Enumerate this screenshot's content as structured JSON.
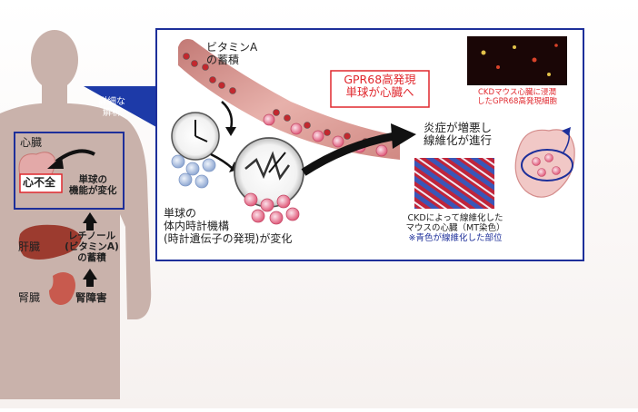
{
  "body_panel": {
    "zoom_label_line1": "詳細な",
    "zoom_label_line2": "解析",
    "heart_label": "心臓",
    "heart_failure": "心不全",
    "monocyte_change_line1": "単球の",
    "monocyte_change_line2": "機能が変化",
    "liver_label": "肝臓",
    "retinol_line1": "レチノール",
    "retinol_line2": "(ビタミンA)",
    "retinol_line3": "の蓄積",
    "kidney_label": "腎臓",
    "kidney_damage": "腎障害"
  },
  "detail_panel": {
    "vitamin_a_line1": "ビタミンA",
    "vitamin_a_line2": "の蓄積",
    "gpr68_line1": "GPR68高発現",
    "gpr68_line2": "単球が心臓へ",
    "micrograph_caption_line1": "CKDマウス心臓に浸潤",
    "micrograph_caption_line2": "したGPR68高発現細胞",
    "inflammation_line1": "炎症が増悪し",
    "inflammation_line2": "線維化が進行",
    "clock_caption_line1": "単球の",
    "clock_caption_line2": "体内時計機構",
    "clock_caption_line3": "(時計遺伝子の発現)が変化",
    "fibrosis_caption_line1": "CKDによって線維化した",
    "fibrosis_caption_line2": "マウスの心臓（MT染色）",
    "fibrosis_note": "※青色が線維化した部位"
  },
  "colors": {
    "panel_border": "#1d2f9a",
    "callout_red": "#e0282e",
    "silhouette": "#c9b2ab",
    "vessel": "#d98a84",
    "monocyte": "#e86a86",
    "vitamin_a_dot": "#c2282e",
    "pale_cell": "#a9bfe0"
  }
}
